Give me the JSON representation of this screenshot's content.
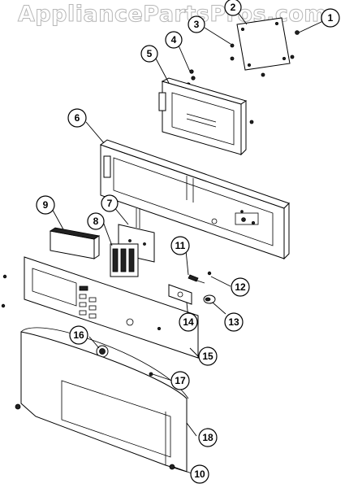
{
  "watermark": "AppliancePartsPros.com",
  "callouts": [
    {
      "id": "1",
      "label": "1"
    },
    {
      "id": "2",
      "label": "2"
    },
    {
      "id": "3",
      "label": "3"
    },
    {
      "id": "4",
      "label": "4"
    },
    {
      "id": "5",
      "label": "5"
    },
    {
      "id": "6",
      "label": "6"
    },
    {
      "id": "7",
      "label": "7"
    },
    {
      "id": "8",
      "label": "8"
    },
    {
      "id": "9",
      "label": "9"
    },
    {
      "id": "10",
      "label": "10"
    },
    {
      "id": "11",
      "label": "11"
    },
    {
      "id": "12",
      "label": "12"
    },
    {
      "id": "13",
      "label": "13"
    },
    {
      "id": "14",
      "label": "14"
    },
    {
      "id": "15",
      "label": "15"
    },
    {
      "id": "16",
      "label": "16"
    },
    {
      "id": "17",
      "label": "17"
    },
    {
      "id": "18",
      "label": "18"
    }
  ]
}
